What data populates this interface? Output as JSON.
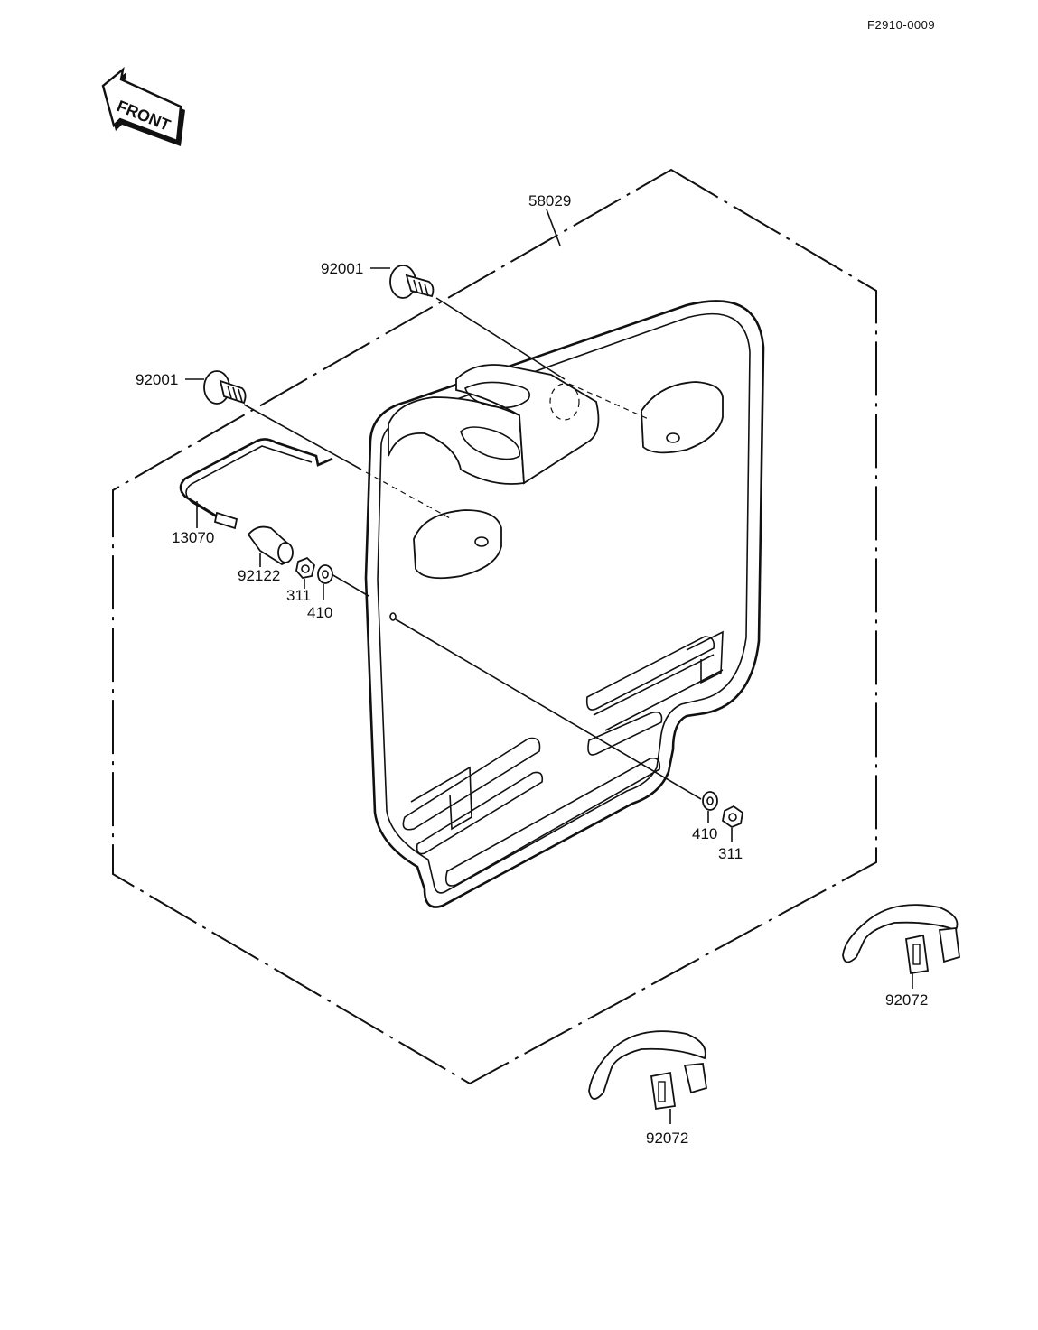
{
  "diagram": {
    "reference_code": "F2910-0009",
    "front_label": "FRONT",
    "parts": [
      {
        "id": "plate",
        "number": "58029"
      },
      {
        "id": "bolt-upper",
        "number": "92001"
      },
      {
        "id": "bolt-lower",
        "number": "92001"
      },
      {
        "id": "stay",
        "number": "13070"
      },
      {
        "id": "collar",
        "number": "92122"
      },
      {
        "id": "nut-left",
        "number": "311"
      },
      {
        "id": "washer-left",
        "number": "410"
      },
      {
        "id": "washer-right",
        "number": "410"
      },
      {
        "id": "nut-right",
        "number": "311"
      },
      {
        "id": "band-right",
        "number": "92072"
      },
      {
        "id": "band-lower",
        "number": "92072"
      }
    ]
  }
}
